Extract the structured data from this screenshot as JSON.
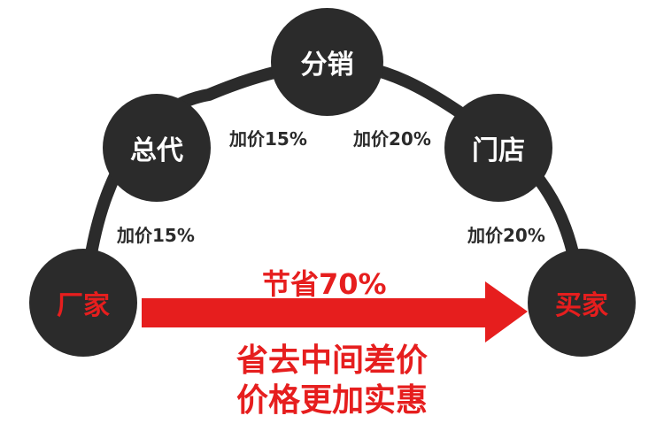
{
  "nodes": {
    "factory": "厂家",
    "general_agent": "总代",
    "distributor": "分销",
    "store": "门店",
    "buyer": "买家"
  },
  "markups": {
    "factory_to_agent": "加价15%",
    "agent_to_distributor": "加价15%",
    "distributor_to_store": "加价20%",
    "store_to_buyer": "加价20%"
  },
  "savings": "节省70%",
  "slogan": {
    "line1": "省去中间差价",
    "line2": "价格更加实惠"
  },
  "colors": {
    "node": "#2b2b2b",
    "accent": "#e61e1e",
    "text_light": "#ffffff"
  }
}
